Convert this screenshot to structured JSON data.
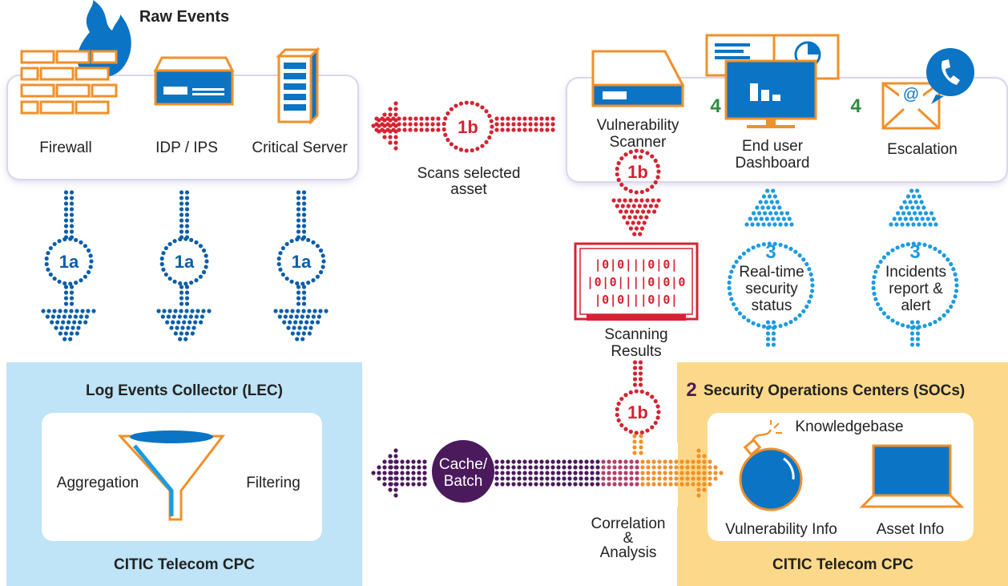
{
  "raw_events": {
    "title": "Raw Events",
    "firewall": "Firewall",
    "idp": "IDP / IPS",
    "critical_server": "Critical Server"
  },
  "step_1a": "1a",
  "step_1b": "1b",
  "step_2": "2",
  "step_3": "3",
  "step_4": "4",
  "scans_selected_asset": [
    "Scans selected",
    "asset"
  ],
  "scanner": {
    "vulnerability_scanner": [
      "Vulnerability",
      "Scanner"
    ],
    "dashboard": [
      "End user",
      "Dashboard"
    ],
    "escalation": "Escalation"
  },
  "scanning_results": [
    "Scanning",
    "Results"
  ],
  "binary_rows": [
    "|0|0|||0|0|",
    "|0|0||||0|0|0",
    "|0|0|||0|0|"
  ],
  "realtime": [
    "Real-time",
    "security",
    "status"
  ],
  "incidents": [
    "Incidents",
    "report &",
    "alert"
  ],
  "lec": {
    "title": "Log Events Collector (LEC)",
    "aggregation": "Aggregation",
    "filtering": "Filtering",
    "footer": "CITIC Telecom CPC"
  },
  "cache_batch": [
    "Cache/",
    "Batch"
  ],
  "correlation": [
    "Correlation",
    "&",
    "Analysis"
  ],
  "soc": {
    "title": "Security Operations Centers (SOCs)",
    "knowledgebase": "Knowledgebase",
    "vulnerability_info": "Vulnerability Info",
    "asset_info": "Asset Info",
    "footer": "CITIC Telecom CPC"
  },
  "email_symbol": "@",
  "colors": {
    "orange": "#f0902a",
    "blue": "#0b74c4",
    "dark_blue": "#0b5ea8",
    "red": "#d42332",
    "cyan": "#1b9be0",
    "purple": "#4a1a5c",
    "green": "#2e8b3e",
    "lec_bg": "#bfe3f7",
    "soc_bg": "#fcd98a"
  }
}
